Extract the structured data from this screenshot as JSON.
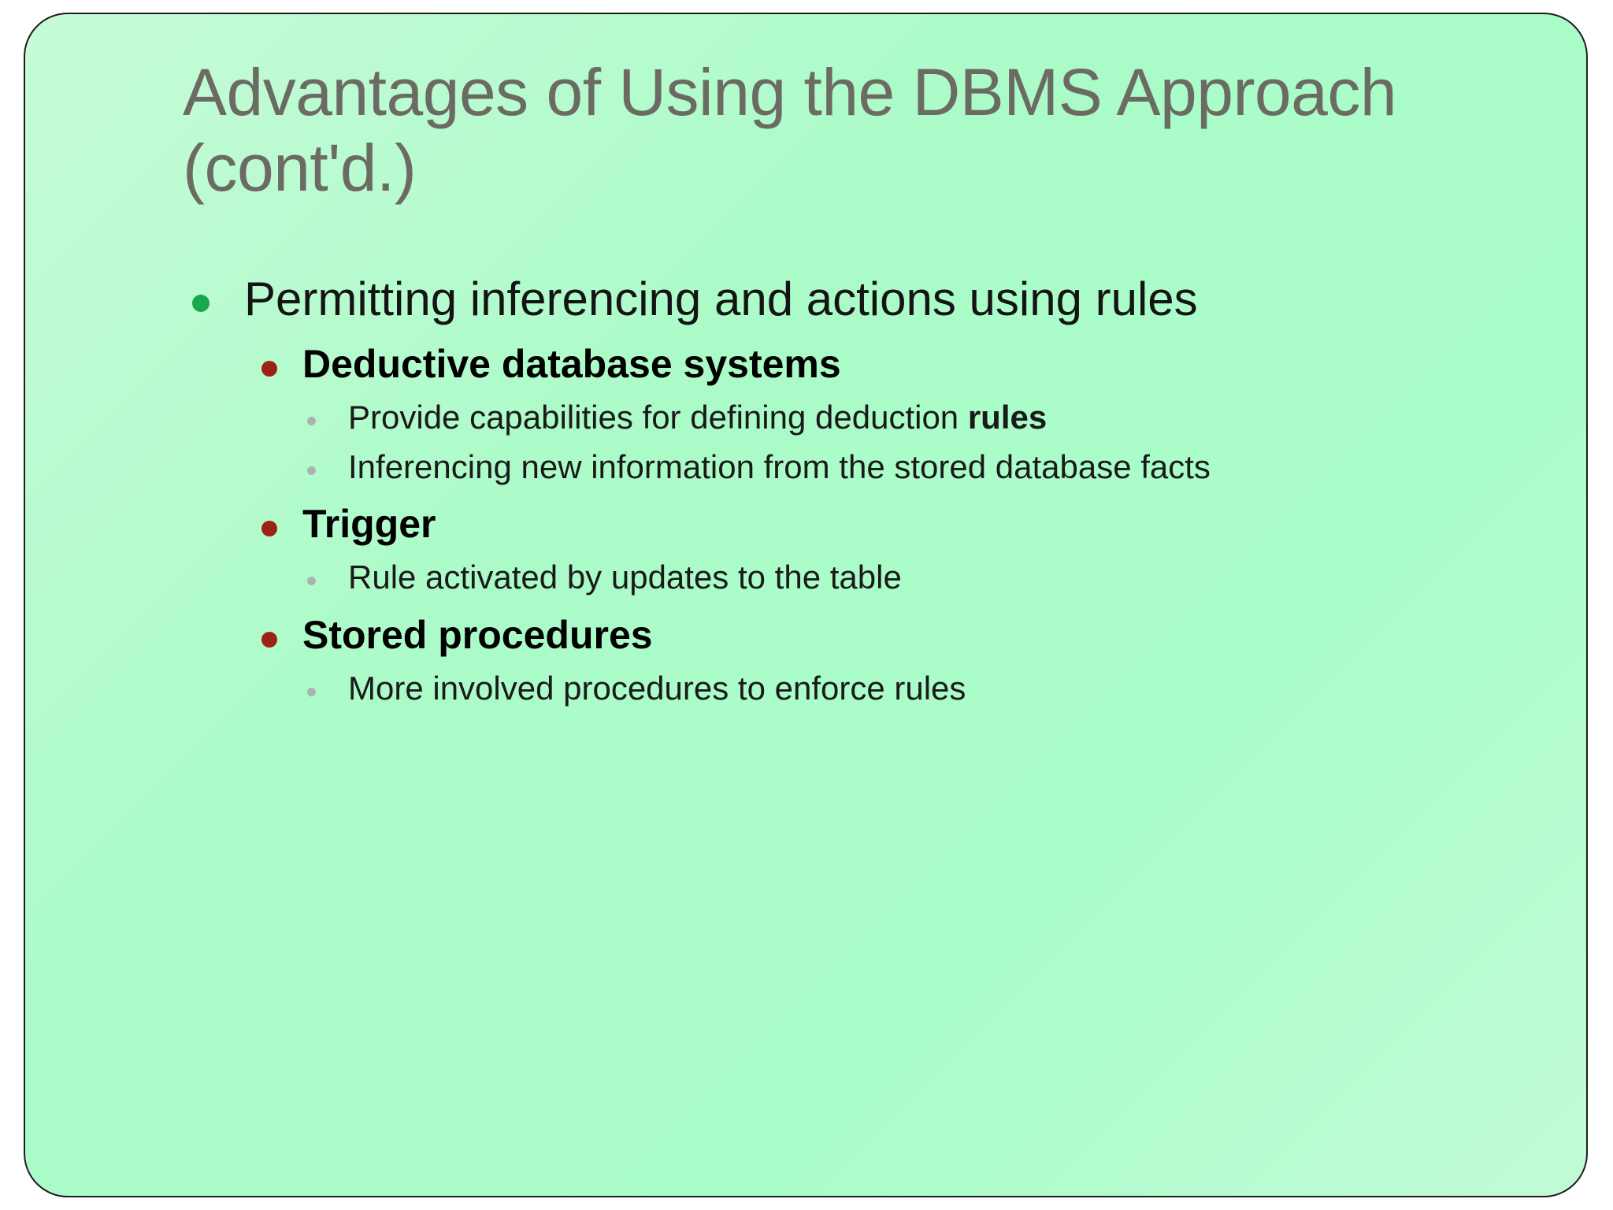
{
  "slide": {
    "title": "Advantages of Using the DBMS Approach (cont'd.)",
    "background_color": "#abfbc8",
    "title_color": "#6b6b63",
    "border_color": "#1d1d1d",
    "bullet_colors": {
      "level1": "#17a84a",
      "level2": "#9c2116",
      "level3": "#a9b5ac"
    },
    "content": {
      "level1_text": "Permitting inferencing and actions using rules",
      "item1": {
        "heading": "Deductive database systems",
        "sub1_prefix": "Provide capabilities for defining deduction ",
        "sub1_bold": "rules",
        "sub2": "Inferencing new information from the stored database facts"
      },
      "item2": {
        "heading": "Trigger",
        "sub1": "Rule activated by updates to the table"
      },
      "item3": {
        "heading": "Stored procedures",
        "sub1": "More involved procedures to enforce rules"
      }
    }
  }
}
